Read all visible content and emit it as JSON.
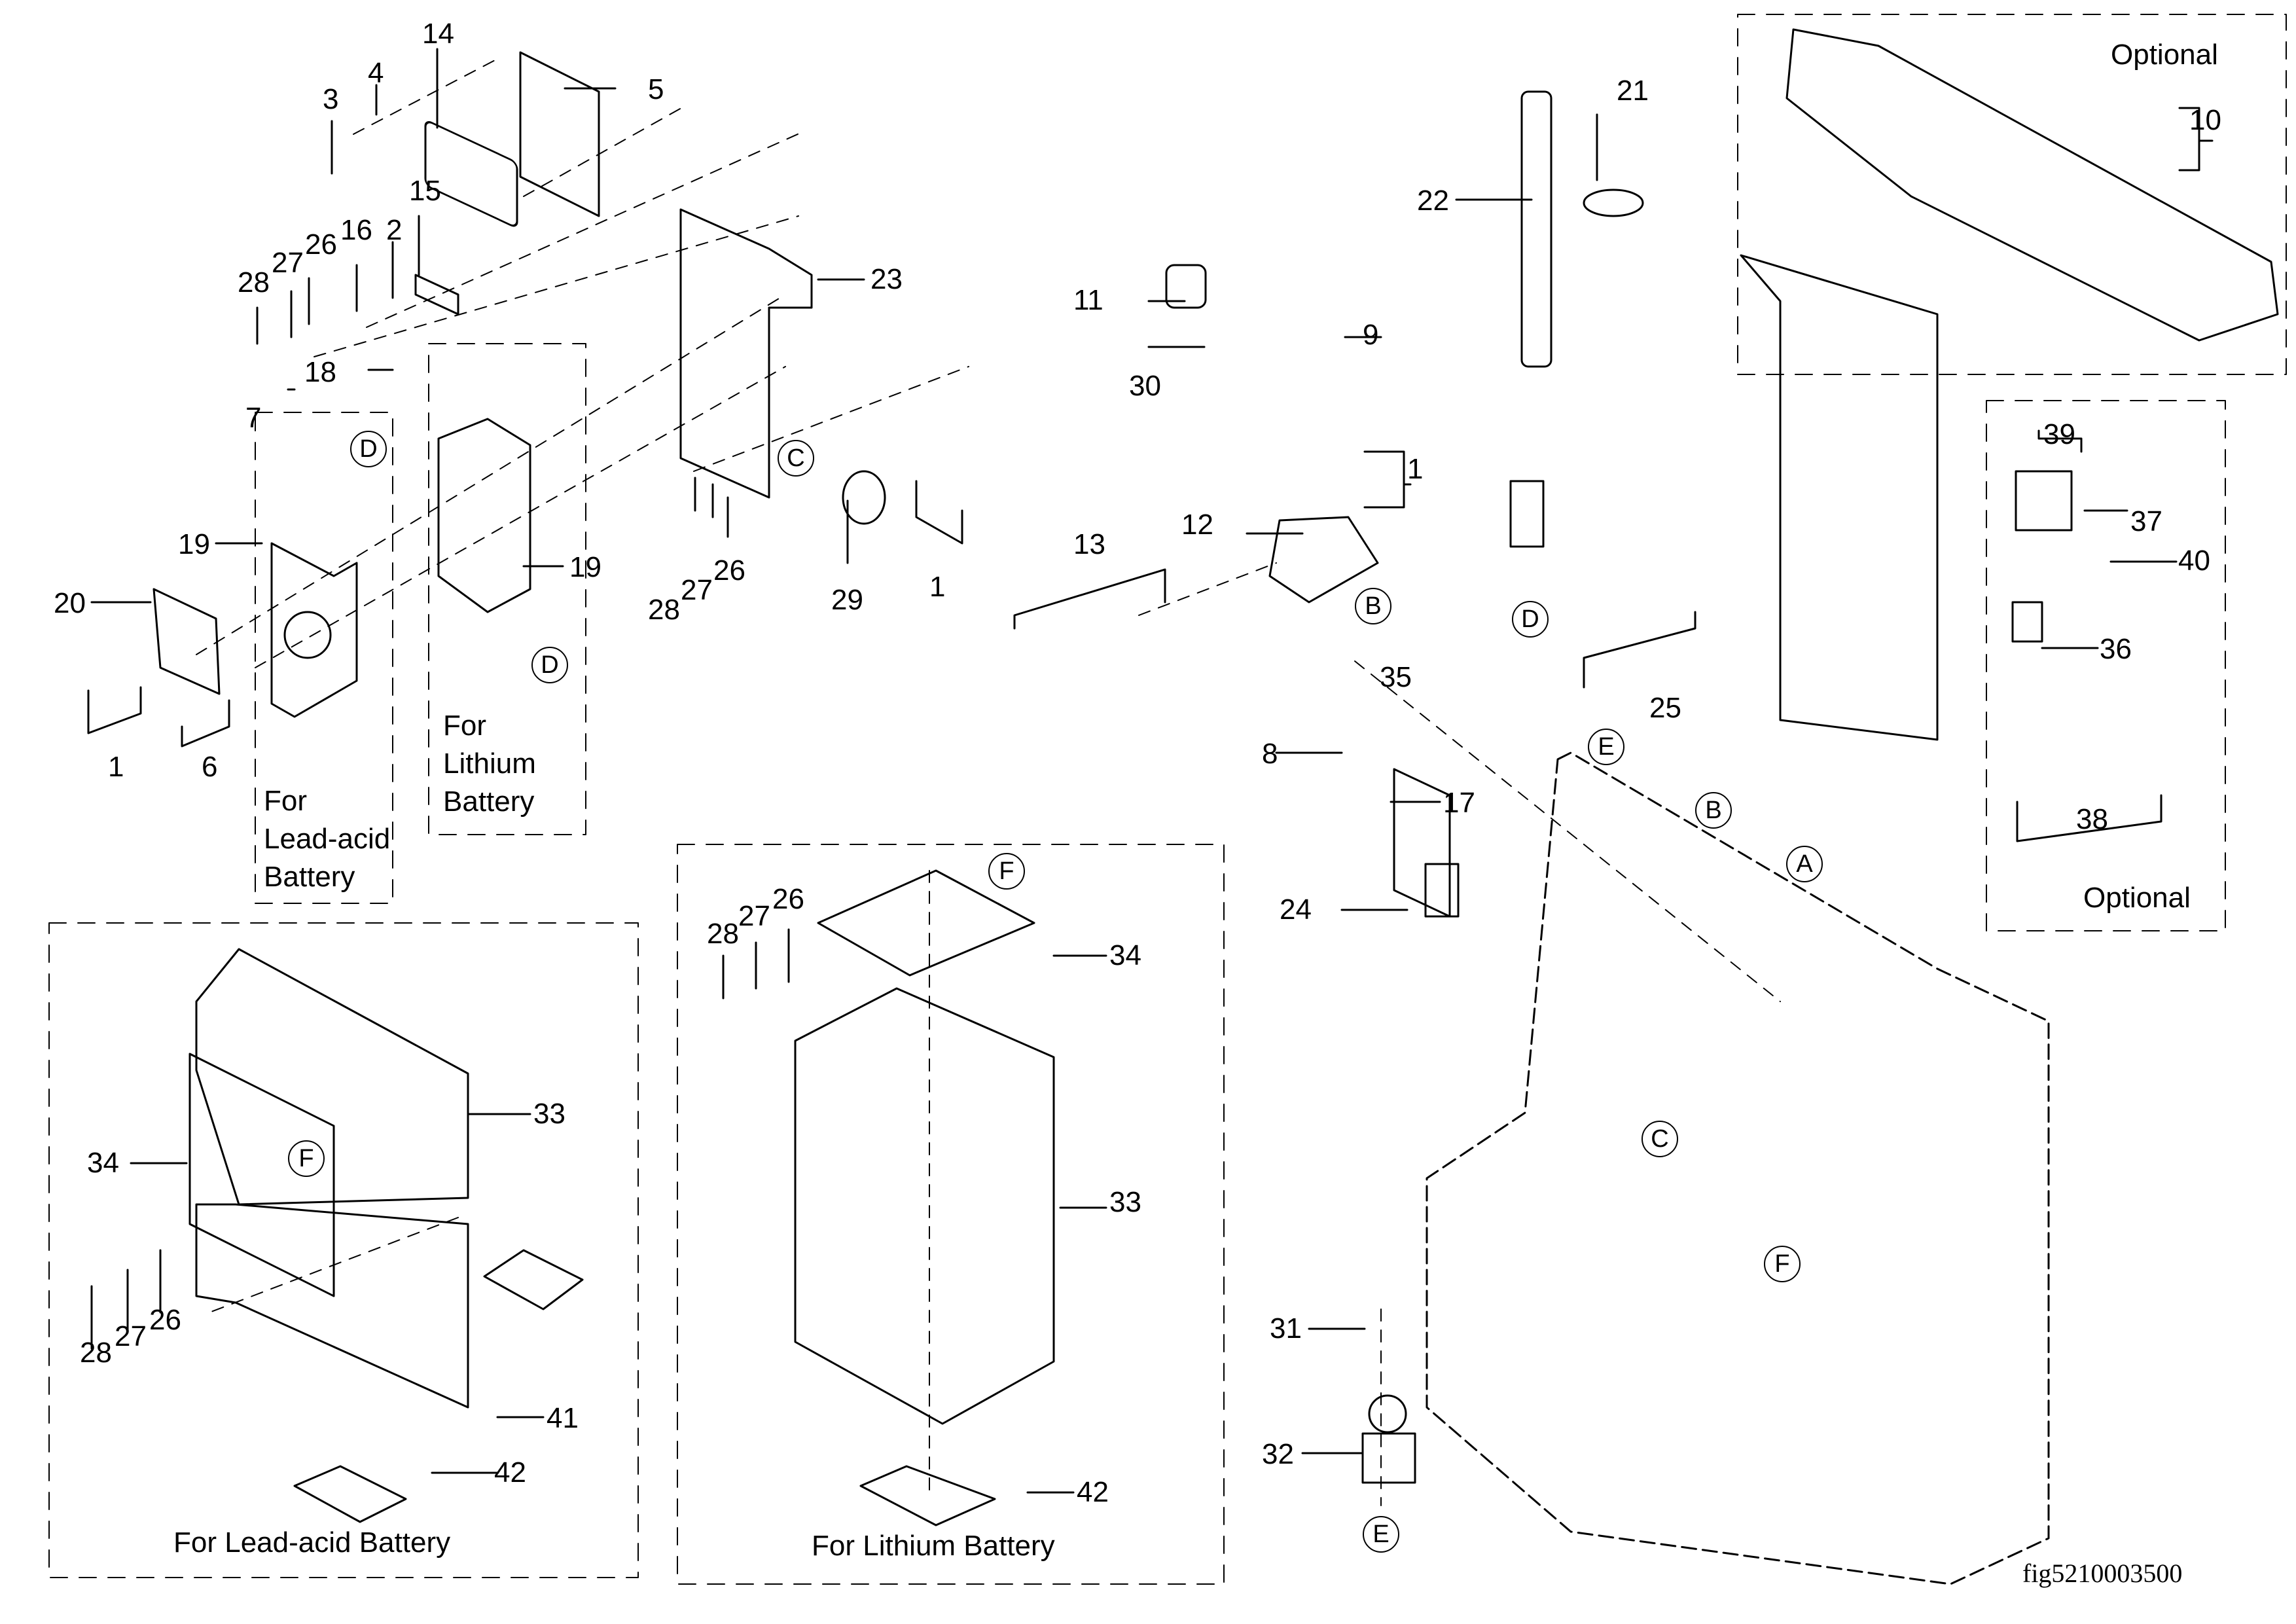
{
  "figure": {
    "id": "fig5210003500",
    "type": "exploded parts diagram"
  },
  "callouts": {
    "c1a": "1",
    "c1b": "1",
    "c1c": "1",
    "c2": "2",
    "c3": "3",
    "c4": "4",
    "c5": "5",
    "c6": "6",
    "c7": "7",
    "c8": "8",
    "c9": "9",
    "c10": "10",
    "c11": "11",
    "c12": "12",
    "c13": "13",
    "c14": "14",
    "c15": "15",
    "c16": "16",
    "c17": "17",
    "c18": "18",
    "c19a": "19",
    "c19b": "19",
    "c20": "20",
    "c21": "21",
    "c22": "22",
    "c23": "23",
    "c24": "24",
    "c25": "25",
    "c26a": "26",
    "c26b": "26",
    "c26c": "26",
    "c26d": "26",
    "c27a": "27",
    "c27b": "27",
    "c27c": "27",
    "c27d": "27",
    "c28a": "28",
    "c28b": "28",
    "c28c": "28",
    "c28d": "28",
    "c29": "29",
    "c30": "30",
    "c31": "31",
    "c32": "32",
    "c33a": "33",
    "c33b": "33",
    "c34a": "34",
    "c34b": "34",
    "c35": "35",
    "c36": "36",
    "c37": "37",
    "c38": "38",
    "c39": "39",
    "c40": "40",
    "c41": "41",
    "c42a": "42",
    "c42b": "42"
  },
  "reference_marks": {
    "A": "A",
    "B1": "B",
    "B2": "B",
    "C1": "C",
    "C2": "C",
    "D1": "D",
    "D2": "D",
    "D3": "D",
    "E1": "E",
    "E2": "E",
    "F1": "F",
    "F2": "F",
    "F3": "F"
  },
  "captions": {
    "lead_acid_charger": [
      "For",
      "Lead-acid",
      "Battery"
    ],
    "lithium_charger": [
      "For",
      "Lithium",
      "Battery"
    ],
    "lead_acid_group": "For Lead-acid Battery",
    "lithium_group": "For Lithium Battery",
    "optional_top": "Optional",
    "optional_right": "Optional"
  }
}
